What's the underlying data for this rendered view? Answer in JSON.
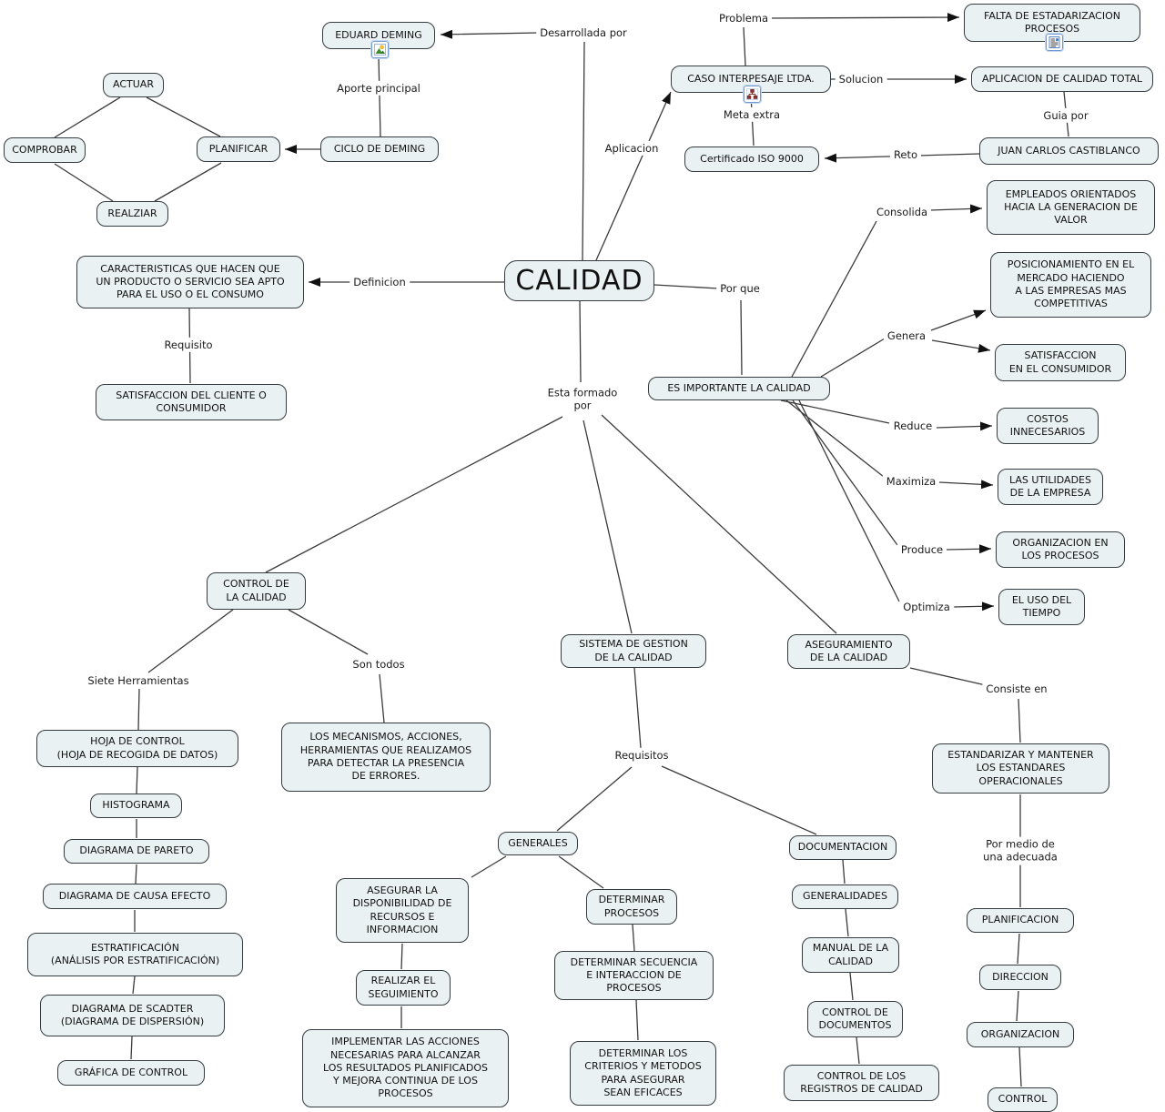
{
  "colors": {
    "background": "#ffffff",
    "node_fill": "#eaf1f3",
    "node_border": "#343c40",
    "connector_line": "#3b3b3b",
    "icon_border": "#6f9bd1"
  },
  "nodes": {
    "calidad": "CALIDAD",
    "actuar": "ACTUAR",
    "comprobar": "COMPROBAR",
    "planificar": "PLANIFICAR",
    "realziar": "REALZIAR",
    "ciclo_de_deming": "CICLO DE DEMING",
    "eduard_deming": "EDUARD DEMING",
    "falta_estadarizacion": "FALTA DE ESTADARIZACION\nPROCESOS",
    "caso_interpesaje": "CASO INTERPESAJE LTDA.",
    "aplicacion_calidad_total": "APLICACION DE CALIDAD TOTAL",
    "certificado_iso": "Certificado ISO 9000",
    "juan_carlos_castiblanco": "JUAN CARLOS CASTIBLANCO",
    "caracteristicas": "CARACTERISTICAS QUE HACEN QUE\nUN PRODUCTO O SERVICIO SEA APTO\nPARA EL USO O EL CONSUMO",
    "satisfaccion_cliente": "SATISFACCION DEL CLIENTE O\nCONSUMIDOR",
    "es_importante": "ES IMPORTANTE LA CALIDAD",
    "empleados_orientados": "EMPLEADOS ORIENTADOS\nHACIA LA GENERACION DE\nVALOR",
    "posicionamiento": "POSICIONAMIENTO EN EL\nMERCADO HACIENDO\nA LAS EMPRESAS MAS\nCOMPETITIVAS",
    "satisfaccion_consumidor": "SATISFACCION\nEN EL CONSUMIDOR",
    "costos_innecesarios": "COSTOS\nINNECESARIOS",
    "las_utilidades": "LAS UTILIDADES\nDE LA EMPRESA",
    "organizacion_procesos": "ORGANIZACION EN\nLOS PROCESOS",
    "uso_del_tiempo": "EL USO DEL\nTIEMPO",
    "control_calidad": "CONTROL DE\nLA CALIDAD",
    "sistema_gestion": "SISTEMA DE GESTION\nDE LA CALIDAD",
    "aseguramiento": "ASEGURAMIENTO\nDE LA CALIDAD",
    "hoja_control": "HOJA DE CONTROL\n(HOJA DE RECOGIDA DE DATOS)",
    "los_mecanismos": "LOS MECANISMOS, ACCIONES,\nHERRAMIENTAS QUE REALIZAMOS\nPARA DETECTAR LA PRESENCIA\nDE ERRORES.",
    "histograma": "HISTOGRAMA",
    "diagrama_pareto": "DIAGRAMA DE PARETO",
    "diagrama_causa_efecto": "DIAGRAMA DE CAUSA EFECTO",
    "estratificacion": "ESTRATIFICACIÓN\n(ANÁLISIS POR ESTRATIFICACIÓN)",
    "diagrama_scadter": "DIAGRAMA DE SCADTER\n(DIAGRAMA DE DISPERSIÓN)",
    "grafica_control": "GRÁFICA DE CONTROL",
    "generales": "GENERALES",
    "asegurar_disponibilidad": "ASEGURAR LA\nDISPONIBILIDAD DE\nRECURSOS E\nINFORMACION",
    "determinar_procesos": "DETERMINAR\nPROCESOS",
    "realizar_seguimiento": "REALIZAR EL\nSEGUIMIENTO",
    "determinar_secuencia": "DETERMINAR SECUENCIA\nE INTERACCION DE\nPROCESOS",
    "implementar_acciones": "IMPLEMENTAR LAS ACCIONES\nNECESARIAS PARA ALCANZAR\nLOS RESULTADOS PLANIFICADOS\nY MEJORA CONTINUA DE LOS\nPROCESOS",
    "determinar_criterios": "DETERMINAR LOS\nCRITERIOS Y METODOS\nPARA ASEGURAR\nSEAN EFICACES",
    "documentacion": "DOCUMENTACION",
    "generalidades": "GENERALIDADES",
    "manual_calidad": "MANUAL DE LA\nCALIDAD",
    "control_documentos": "CONTROL DE\nDOCUMENTOS",
    "control_registros": "CONTROL DE LOS\nREGISTROS DE CALIDAD",
    "estandarizar": "ESTANDARIZAR Y MANTENER\nLOS ESTANDARES\nOPERACIONALES",
    "planificacion": "PLANIFICACION",
    "direccion": "DIRECCION",
    "organizacion": "ORGANIZACION",
    "control": "CONTROL"
  },
  "labels": {
    "desarrollada_por": "Desarrollada por",
    "aporte_principal": "Aporte principal",
    "problema": "Problema",
    "solucion": "Solucion",
    "meta_extra": "Meta extra",
    "guia_por": "Guia por",
    "reto": "Reto",
    "aplicacion": "Aplicacion",
    "definicion": "Definicion",
    "requisito": "Requisito",
    "por_que": "Por que",
    "esta_formado_por": "Esta formado\npor",
    "consolida": "Consolida",
    "genera": "Genera",
    "reduce": "Reduce",
    "maximiza": "Maximiza",
    "produce": "Produce",
    "optimiza": "Optimiza",
    "siete_herramientas": "Siete Herramientas",
    "son_todos": "Son todos",
    "requisitos": "Requisitos",
    "consiste_en": "Consiste en",
    "por_medio": "Por medio de\nuna adecuada"
  },
  "icons": {
    "eduard_deming_icon": "picture-icon",
    "caso_interpesaje_icon": "org-chart-icon",
    "falta_estadarizacion_icon": "document-image-icon"
  }
}
